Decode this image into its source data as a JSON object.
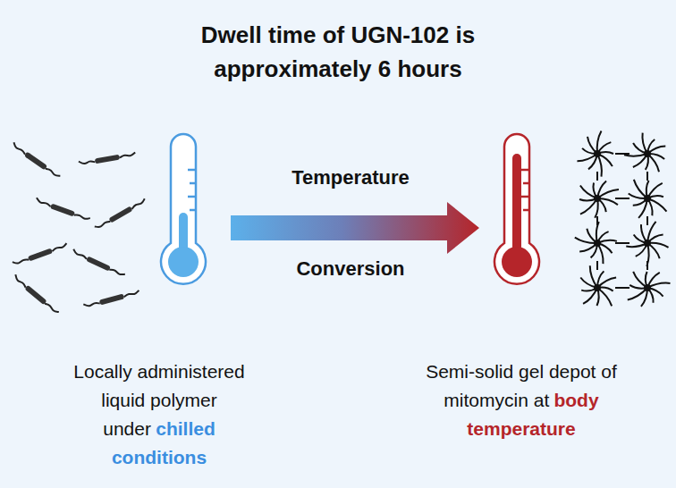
{
  "diagram": {
    "title": "Dwell time of UGN-102 is approximately 6 hours",
    "labels": [
      "Temperature",
      "Conversion",
      "Locally administered liquid polymer under",
      "chilled conditions",
      "Semi-solid gel depot of mitomycin at",
      "body temperature"
    ]
  }
}
